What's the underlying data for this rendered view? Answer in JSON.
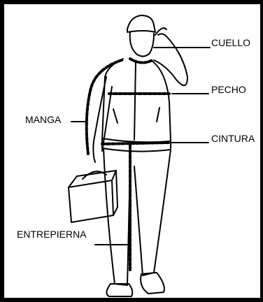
{
  "labels": {
    "neck": "CUELLO",
    "chest": "PECHO",
    "sleeve": "MANGA",
    "waist": "CINTURA",
    "inseam": "ENTREPIERNA"
  },
  "colors": {
    "ink": "#000000",
    "background": "#ffffff"
  },
  "icons": [
    "worker-coverall-figure",
    "toolbox-icon"
  ]
}
